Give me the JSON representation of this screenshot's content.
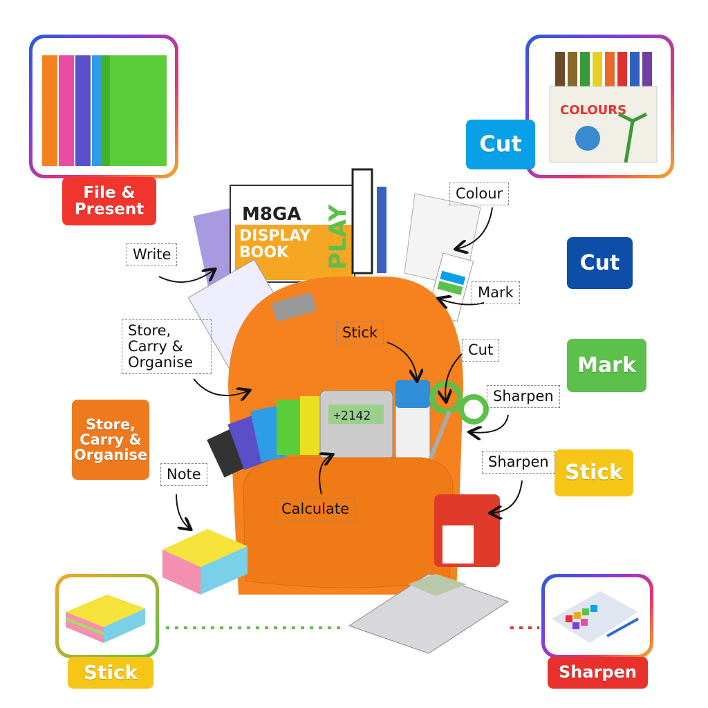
{
  "corner_boxes": {
    "top_left": {
      "label": "File & Present",
      "color": "#f0352e",
      "picture": "ring-binders"
    },
    "top_right": {
      "label": "Cut",
      "color": "#0aa0e8",
      "picture": "crayons-box",
      "picture_text": "COLOURS"
    },
    "bottom_left": {
      "label": "Stick",
      "color": "#f5c518",
      "picture": "sticky-notes"
    },
    "bottom_right": {
      "label": "Sharpen",
      "color": "#e8302c",
      "picture": "stationery-tray"
    }
  },
  "side_tags": {
    "left": {
      "label": "Store, Carry & Organise",
      "color": "#ee7a1e"
    },
    "right": [
      {
        "label": "Cut",
        "color": "#0d4fa8"
      },
      {
        "label": "Mark",
        "color": "#5cc04a"
      },
      {
        "label": "Stick",
        "color": "#f5c518"
      }
    ]
  },
  "annotations": {
    "write": "Write",
    "store": "Store, Carry & Organise",
    "note": "Note",
    "colour": "Colour",
    "mark": "Mark",
    "stick": "Stick",
    "cut": "Cut",
    "sharpen_1": "Sharpen",
    "sharpen_2": "Sharpen",
    "calculate": "Calculate"
  },
  "product_text": {
    "brand": "M8GA",
    "display_book": "DISPLAY BOOK",
    "play": "PLAY",
    "calculator_display": "+2142"
  },
  "backpack_color": "#f5821f"
}
